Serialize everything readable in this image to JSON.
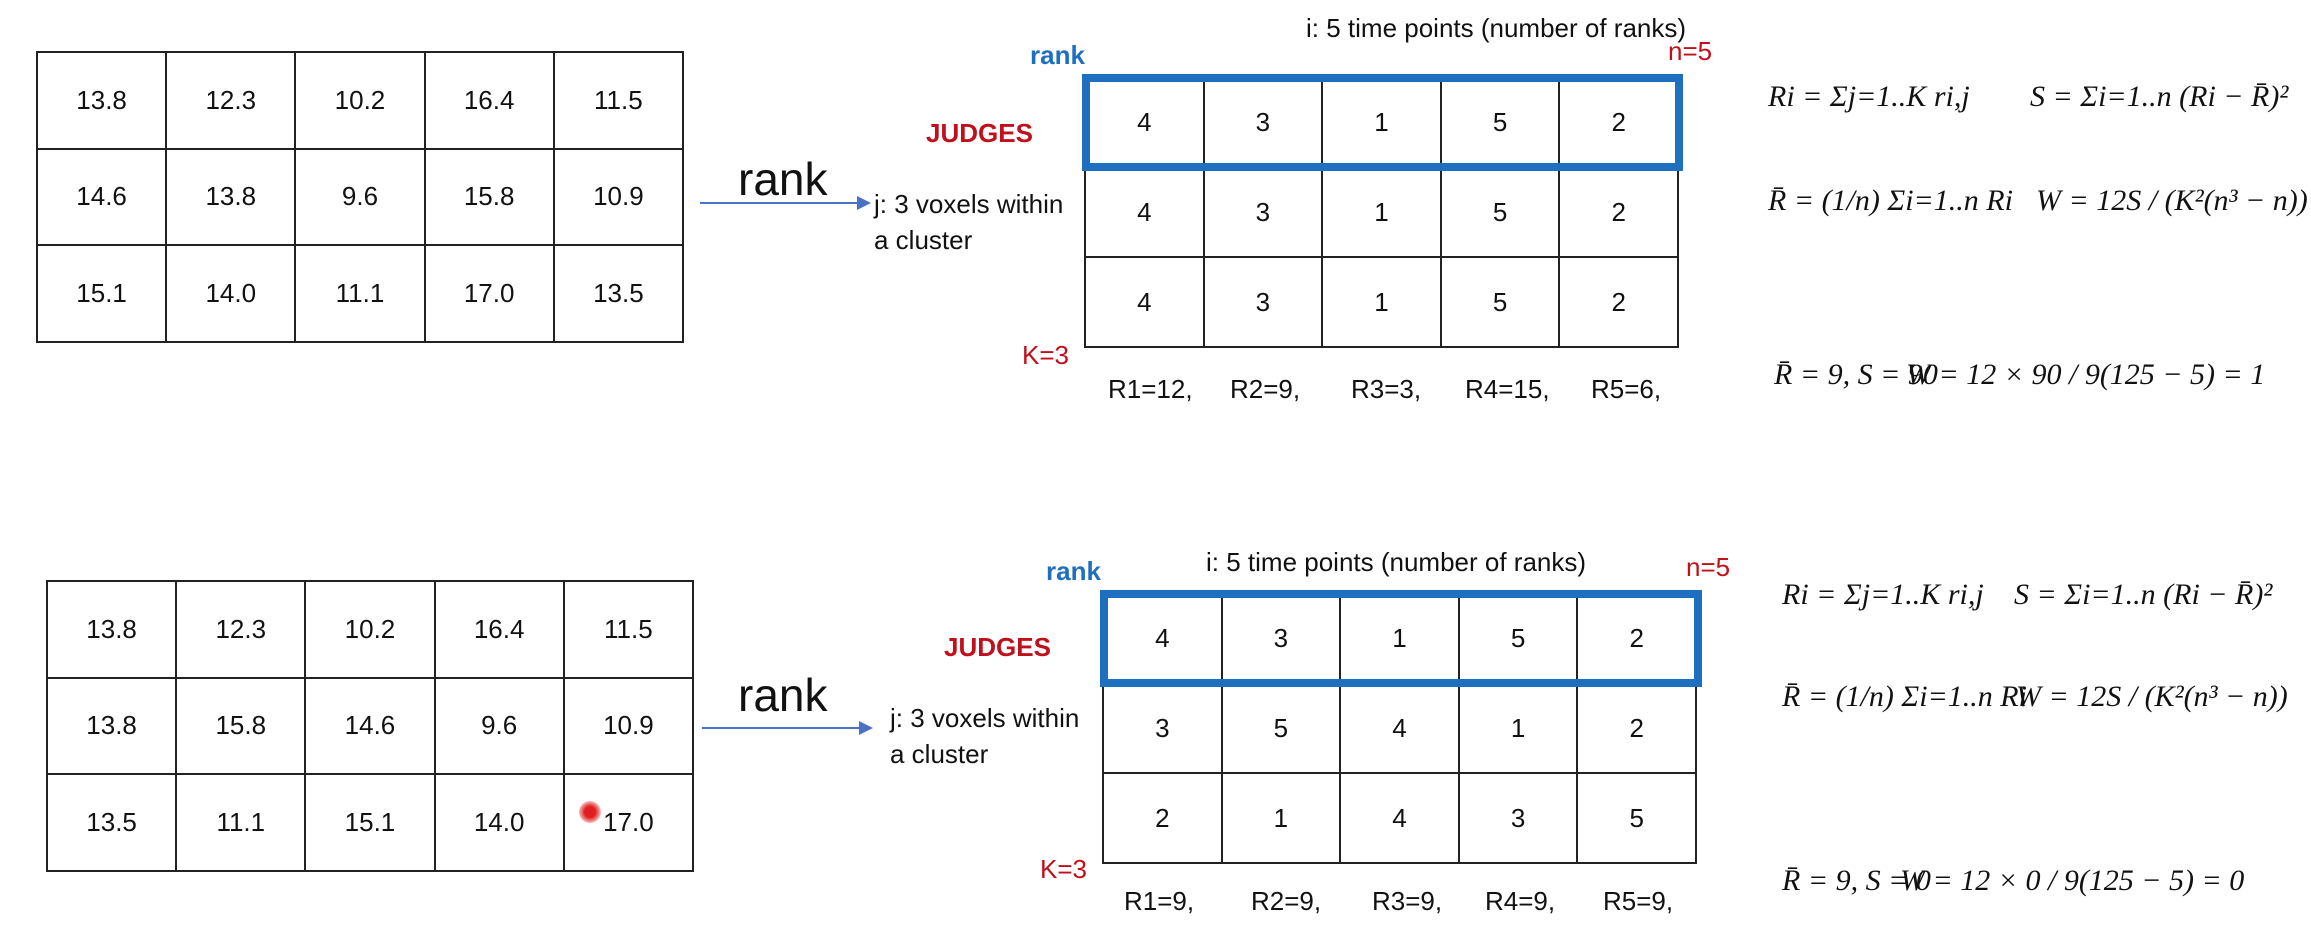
{
  "top": {
    "raw_table": [
      [
        "13.8",
        "12.3",
        "10.2",
        "16.4",
        "11.5"
      ],
      [
        "14.6",
        "13.8",
        "9.6",
        "15.8",
        "10.9"
      ],
      [
        "15.1",
        "14.0",
        "11.1",
        "17.0",
        "13.5"
      ]
    ],
    "arrow_label": "rank",
    "time_points_label": "i: 5 time points (number of ranks)",
    "rank_label": "rank",
    "n_label": "n=5",
    "judges_label": "JUDGES",
    "voxels_label_line1": "j: 3 voxels within",
    "voxels_label_line2": "a cluster",
    "k_label": "K=3",
    "rank_table": [
      [
        "4",
        "3",
        "1",
        "5",
        "2"
      ],
      [
        "4",
        "3",
        "1",
        "5",
        "2"
      ],
      [
        "4",
        "3",
        "1",
        "5",
        "2"
      ]
    ],
    "rank_sums": [
      "R1=12,",
      "R2=9,",
      "R3=3,",
      "R4=15,",
      "R5=6,"
    ],
    "formula_ri": "Ri = Σj=1..K ri,j",
    "formula_s": "S = Σi=1..n (Ri − R̄)²",
    "formula_rbar": "R̄ = (1/n) Σi=1..n Ri",
    "formula_w": "W = 12S / (K²(n³ − n))",
    "result_rs": "R̄ = 9,  S = 90",
    "result_w": "W = 12 × 90 / 9(125 − 5) = 1"
  },
  "bottom": {
    "raw_table": [
      [
        "13.8",
        "12.3",
        "10.2",
        "16.4",
        "11.5"
      ],
      [
        "13.8",
        "15.8",
        "14.6",
        "9.6",
        "10.9"
      ],
      [
        "13.5",
        "11.1",
        "15.1",
        "14.0",
        "17.0"
      ]
    ],
    "arrow_label": "rank",
    "time_points_label": "i: 5 time points (number of ranks)",
    "rank_label": "rank",
    "n_label": "n=5",
    "judges_label": "JUDGES",
    "voxels_label_line1": "j: 3 voxels within",
    "voxels_label_line2": "a cluster",
    "k_label": "K=3",
    "rank_table": [
      [
        "4",
        "3",
        "1",
        "5",
        "2"
      ],
      [
        "3",
        "5",
        "4",
        "1",
        "2"
      ],
      [
        "2",
        "1",
        "4",
        "3",
        "5"
      ]
    ],
    "rank_sums": [
      "R1=9,",
      "R2=9,",
      "R3=9,",
      "R4=9,",
      "R5=9,"
    ],
    "formula_ri": "Ri = Σj=1..K ri,j",
    "formula_s": "S = Σi=1..n (Ri − R̄)²",
    "formula_rbar": "R̄ = (1/n) Σi=1..n Ri",
    "formula_w": "W = 12S / (K²(n³ − n))",
    "result_rs": "R̄ = 9,  S = 0",
    "result_w": "W = 12 × 0 / 9(125 − 5) = 0"
  },
  "colors": {
    "highlight": "#1f6fc1",
    "red": "#c0101c",
    "arrow": "#4a72c4"
  }
}
